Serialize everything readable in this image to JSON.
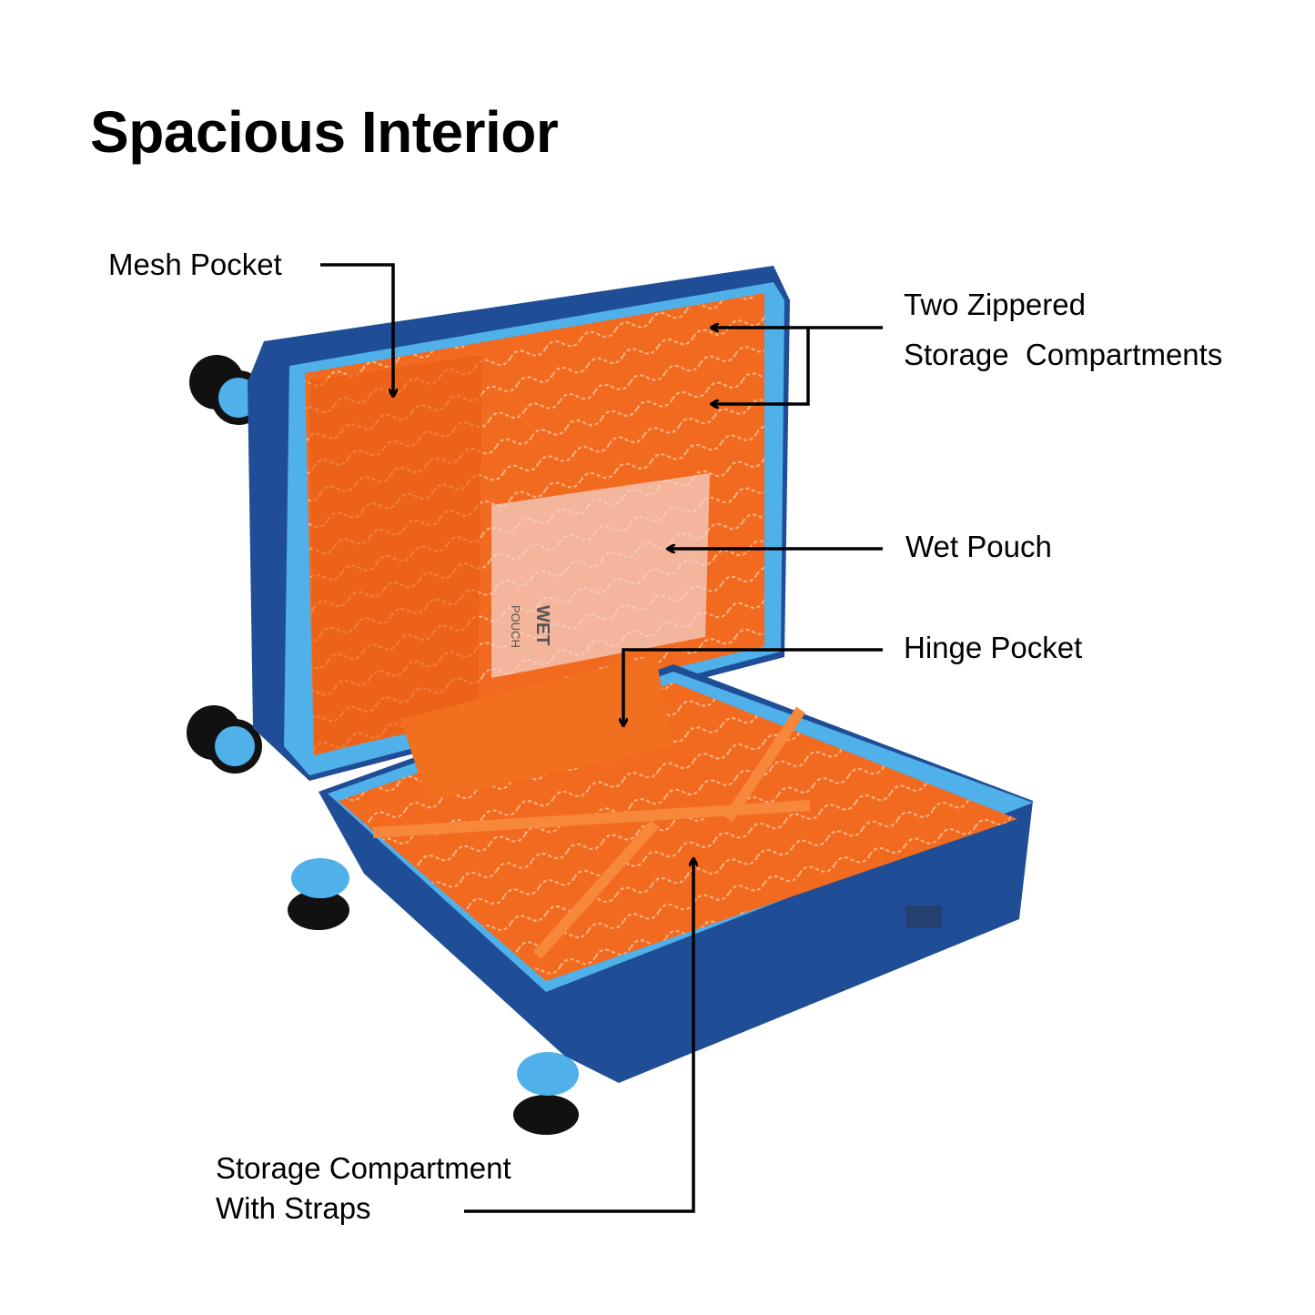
{
  "title": "Spacious Interior",
  "callouts": {
    "mesh_pocket": "Mesh Pocket",
    "two_zippered_line1": "Two Zippered",
    "two_zippered_line2": "Storage  Compartments",
    "wet_pouch": "Wet Pouch",
    "hinge_pocket": "Hinge Pocket",
    "storage_line1": "Storage Compartment",
    "storage_line2": "With Straps"
  },
  "product_lettering": {
    "pouch_line1": "WET",
    "pouch_line2": "POUCH"
  },
  "colors": {
    "shell": "#1f4e96",
    "trim": "#4fb0ea",
    "lining": "#f26a1f",
    "wheel": "#111111",
    "line": "#000000"
  }
}
